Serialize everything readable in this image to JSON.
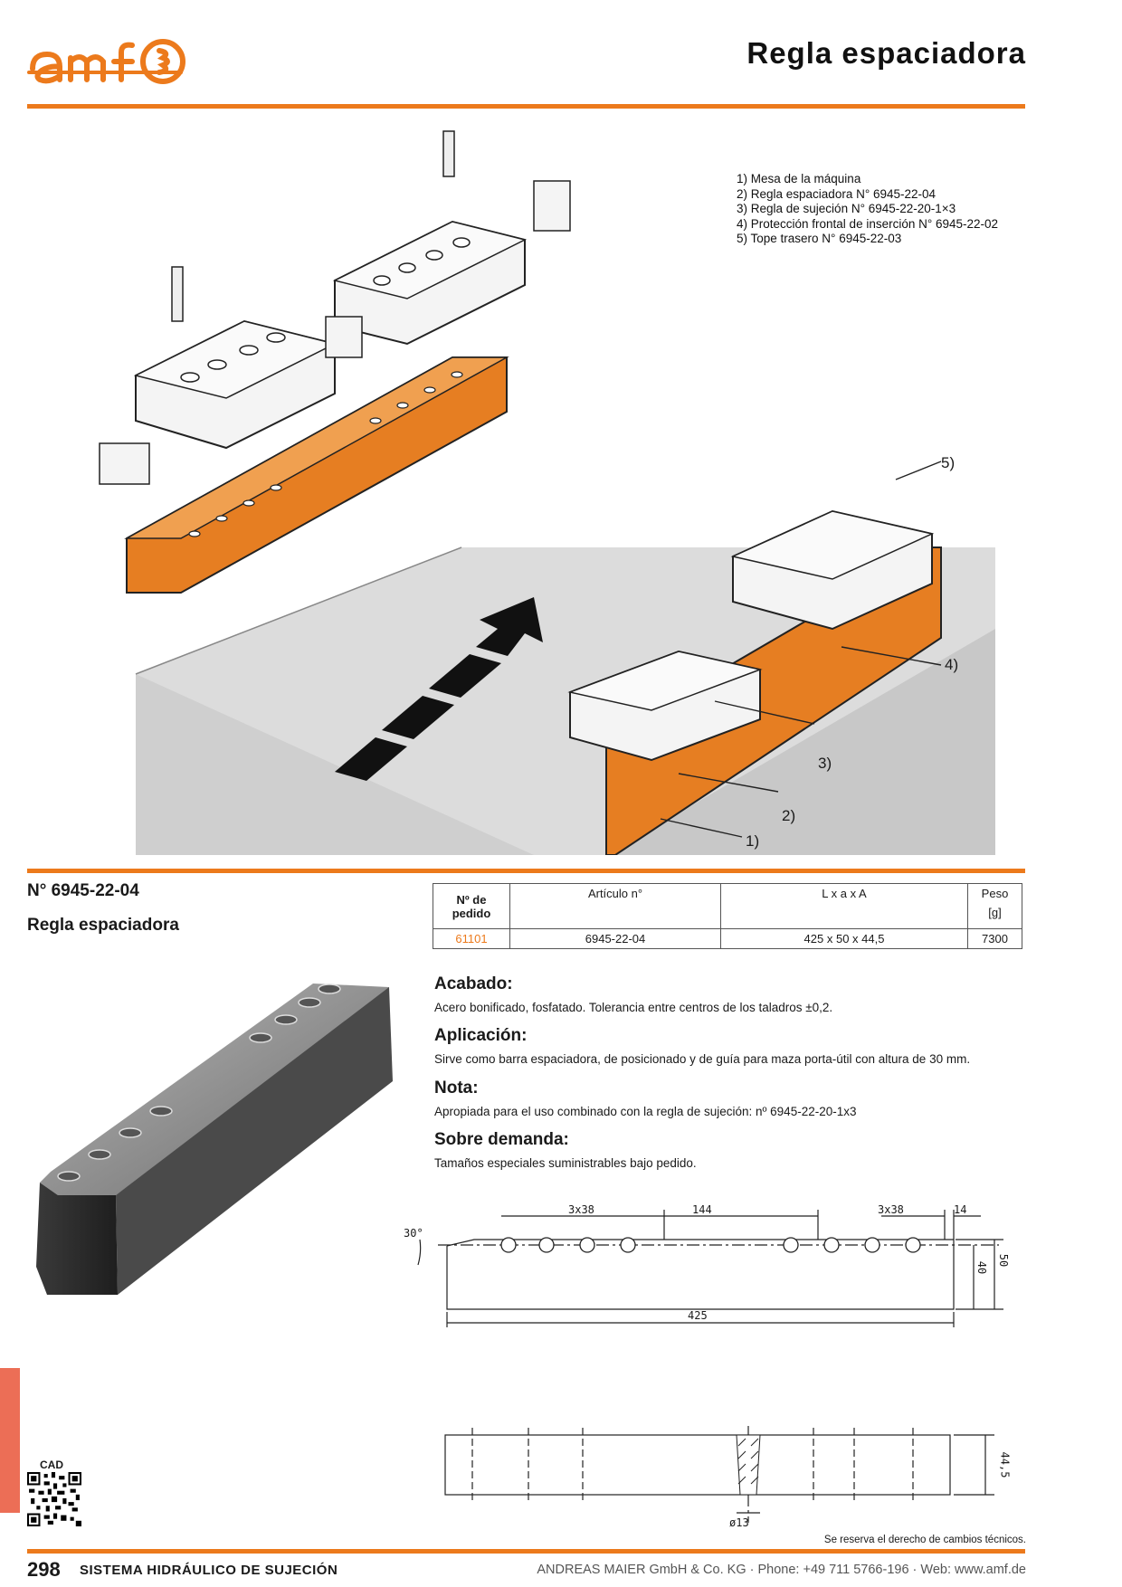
{
  "header": {
    "brand": "amf",
    "title": "Regla espaciadora"
  },
  "legend": [
    "1) Mesa de la máquina",
    "2) Regla espaciadora N° 6945-22-04",
    "3) Regla de sujeción N° 6945-22-20-1×3",
    "4) Protección frontal de inserción N° 6945-22-02",
    "5) Tope trasero N° 6945-22-03"
  ],
  "callouts": [
    "1)",
    "2)",
    "3)",
    "4)",
    "5)"
  ],
  "product": {
    "article_no": "N° 6945-22-04",
    "name": "Regla espaciadora"
  },
  "spec_table": {
    "headers": {
      "order": "Nº de pedido",
      "article": "Artículo n°",
      "dims": "L x a x A",
      "weight": "Peso",
      "weight_unit": "[g]"
    },
    "rows": [
      {
        "order": "61101",
        "article": "6945-22-04",
        "dims": "425 x 50 x 44,5",
        "weight": "7300"
      }
    ]
  },
  "sections": [
    {
      "heading": "Acabado:",
      "text": "Acero bonificado, fosfatado. Tolerancia entre centros de los taladros ±0,2."
    },
    {
      "heading": "Aplicación:",
      "text": "Sirve como barra espaciadora, de posicionado y de guía para maza porta-útil con altura de 30 mm."
    },
    {
      "heading": "Nota:",
      "text": "Apropiada para el uso combinado con la regla de sujeción: nº 6945-22-20-1x3"
    },
    {
      "heading": "Sobre demanda:",
      "text": "Tamaños especiales suministrables bajo pedido."
    }
  ],
  "drawing": {
    "dim_left": "3x38",
    "dim_mid": "144",
    "dim_right": "3x38",
    "dim_end": "14",
    "angle": "30°",
    "height_inner": "40",
    "height_outer": "50",
    "length": "425",
    "height_side": "44,5",
    "bore": "ø13"
  },
  "cad_label": "CAD",
  "rights_notice": "Se reserva el derecho de cambios técnicos.",
  "footer": {
    "page": "298",
    "section": "SISTEMA HIDRÁULICO DE SUJECIÓN",
    "company": "ANDREAS MAIER GmbH & Co. KG · Phone: +49 711 5766-196 · Web: www.amf.de"
  },
  "colors": {
    "accent": "#ec7a1c",
    "side_tab": "#ec6e56"
  }
}
